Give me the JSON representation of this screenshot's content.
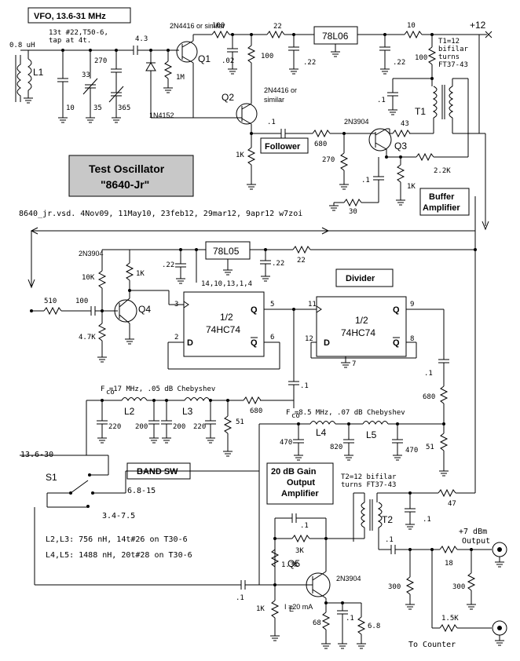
{
  "title_box": "VFO, 13.6-31 MHz",
  "test_osc_title": [
    "Test Oscillator",
    "\"8640-Jr\""
  ],
  "revision_line": "8640_jr.vsd.  4Nov09, 11May10, 23feb12, 29mar12, 9apr12  w7zoi",
  "supply": "+12",
  "section_labels": {
    "follower": "Follower",
    "buffer": [
      "Buffer",
      "Amplifier"
    ],
    "divider": "Divider",
    "band_sw": "BAND SW",
    "output_amp": [
      "20 dB Gain",
      "Output",
      "Amplifier"
    ]
  },
  "coil_note": [
    "13t #22,T50-6,",
    "tap at 4t."
  ],
  "transformers": {
    "t1": [
      "T1=12",
      "bifilar",
      "turns",
      "FT37-43"
    ],
    "t2": [
      "T2=12 bifilar",
      "turns FT37-43"
    ]
  },
  "filters": {
    "f1": "F  =17 MHz, .05 dB Chebyshev",
    "f2": "F  =8.5 MHz, .07 dB Chebyshev",
    "sub": "co"
  },
  "inductor_notes": [
    "L2,L3: 756 nH, 14t#26 on T30-6",
    "L4,L5: 1488 nH, 20t#28 on T30-6"
  ],
  "switch": {
    "name": "S1",
    "positions": [
      "13.6-30",
      "6.8-15",
      "3.4-7.5"
    ]
  },
  "outputs": {
    "main": [
      "+7 dBm",
      "Output"
    ],
    "counter": "To Counter"
  },
  "ie_label": "I  =20 mA",
  "ie_sub": "E",
  "components": {
    "L1": "L1",
    "L1_val": "0.8 uH",
    "Q1": "Q1",
    "Q1_part": "2N4416 or similar",
    "Q2": "Q2",
    "Q2_part": [
      "2N4416 or",
      "similar"
    ],
    "Q3": "Q3",
    "Q3_part": "2N3904",
    "Q4": "Q4",
    "Q4_part": "2N3904",
    "Q5": "Q5",
    "Q5_part": "2N3904",
    "T1": "T1",
    "T2": "T2",
    "D1": "1N4152",
    "reg1": "78L06",
    "reg2": "78L05",
    "L2": "L2",
    "L3": "L3",
    "L4": "L4",
    "L5": "L5",
    "ff1": [
      "1/2",
      "74HC74"
    ],
    "ff2": [
      "1/2",
      "74HC74"
    ]
  },
  "values": {
    "c43": "4.3",
    "c10": "10",
    "c33": "33",
    "c35": "35",
    "c270": "270",
    "c365": "365",
    "r100a": "100",
    "r1m": "1M",
    "c02": ".02",
    "r100b": "100",
    "r22a": "22",
    "c22a": ".22",
    "r10": "10",
    "c22b": ".22",
    "r100c": "100",
    "c1a": ".1",
    "c1b": ".1",
    "r1ka": "1K",
    "r680a": "680",
    "r270": "270",
    "r43": "43",
    "r22k": "2.2K",
    "c1c": ".1",
    "r30": "30",
    "r1kb": "1K",
    "r1kc": "1K",
    "r10k": "10K",
    "r47k": "4.7K",
    "r510": "510",
    "c100": "100",
    "c22c": ".22",
    "c22d": ".22",
    "r22b": "22",
    "pins_reg": "14,10,13,1,4",
    "c1d": ".1",
    "r680b": "680",
    "c220a": "220",
    "c200a": "200",
    "c200b": "200",
    "c220b": "220",
    "r51a": "51",
    "c1e": ".1",
    "r680c": "680",
    "c470a": "470",
    "c820": "820",
    "c470b": "470",
    "r51b": "51",
    "r47": "47",
    "c1f": ".1",
    "c1g": ".1",
    "r3k": "3K",
    "r13k": "1.3K",
    "r1kd": "1K",
    "r68": "68",
    "c1h": ".1",
    "r68b": "6.8",
    "c1i": ".1",
    "r300a": "300",
    "r18": "18",
    "r300b": "300",
    "r15k": "1.5K"
  },
  "pins": {
    "ff1_clk": "3",
    "ff1_d": "2",
    "ff1_q": "5",
    "ff1_qb": "6",
    "ff1_q_lbl": "Q",
    "ff1_qb_lbl": "Q",
    "ff1_d_lbl": "D",
    "ff2_clk": "11",
    "ff2_d": "12",
    "ff2_q": "9",
    "ff2_qb": "8",
    "ff2_gnd": "7",
    "ff2_q_lbl": "Q",
    "ff2_qb_lbl": "Q",
    "ff2_d_lbl": "D"
  }
}
